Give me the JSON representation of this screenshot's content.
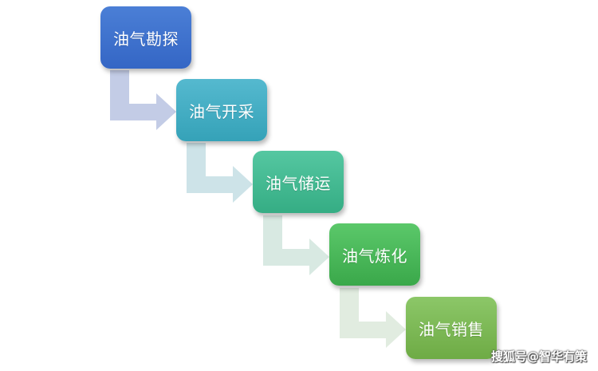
{
  "steps": [
    {
      "label": "油气勘探"
    },
    {
      "label": "油气开采"
    },
    {
      "label": "油气储运"
    },
    {
      "label": "油气炼化"
    },
    {
      "label": "油气销售"
    }
  ],
  "watermark": "搜狐号@智华有策"
}
